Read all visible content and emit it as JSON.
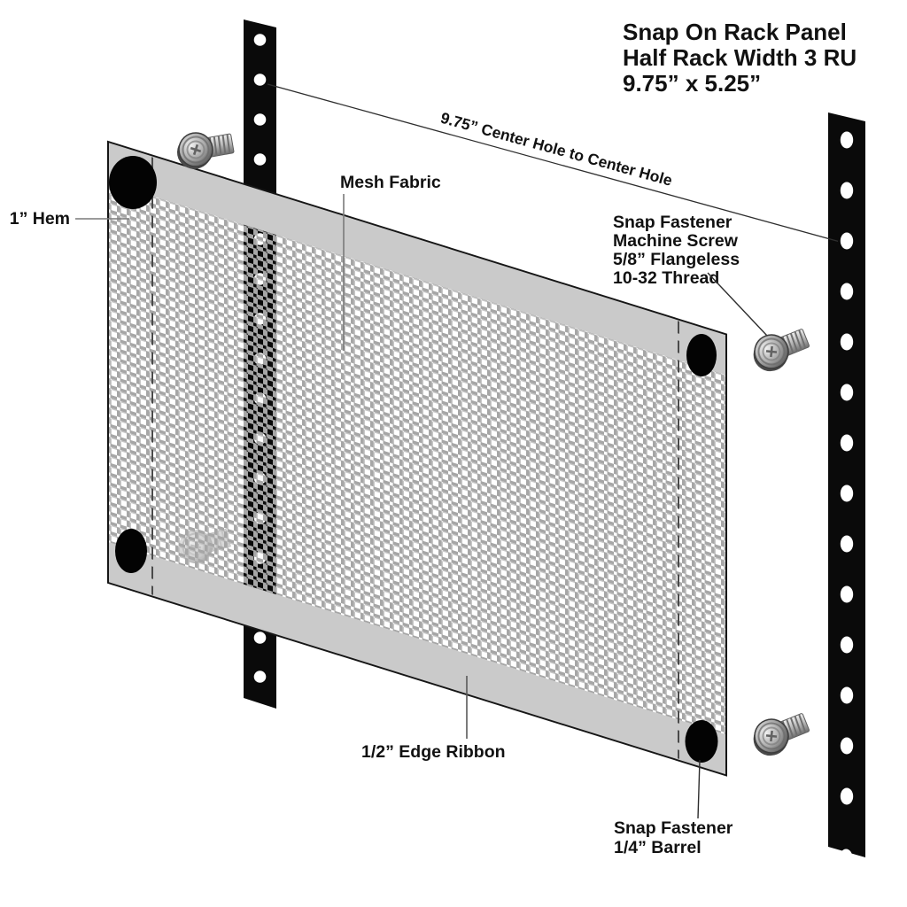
{
  "title": {
    "lines": [
      "Snap On Rack Panel",
      "Half Rack Width 3 RU",
      "9.75” x 5.25”"
    ]
  },
  "annotations": {
    "center_hole_dimension": "9.75” Center Hole to Center Hole",
    "hem": "1” Hem",
    "mesh_fabric": "Mesh Fabric",
    "machine_screw_lines": [
      "Snap Fastener",
      "Machine Screw",
      "5/8” Flangeless",
      "10-32 Thread"
    ],
    "edge_ribbon": "1/2” Edge Ribbon",
    "barrel_lines": [
      "Snap Fastener",
      "1/4” Barrel"
    ]
  },
  "colors": {
    "rail": "#0a0a0a",
    "rail_hole": "#ffffff",
    "hem_band": "#cacaca",
    "mesh_grid": "#a6a6a6",
    "panel_outline": "#161616",
    "snap_oval": "#030303",
    "leader_gray": "#7a7a7a",
    "leader_dark": "#2e2e2e",
    "text": "#111111"
  }
}
